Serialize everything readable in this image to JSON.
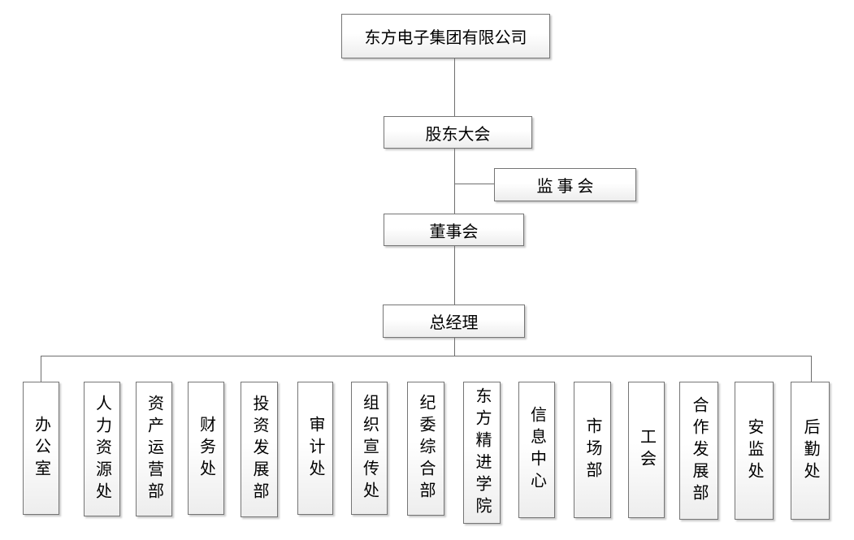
{
  "org_chart": {
    "company": "东方电子集团有限公司",
    "shareholders_meeting": "股东大会",
    "supervisory_board": "监事会",
    "board_of_directors": "董事会",
    "general_manager": "总经理",
    "departments": [
      "办公室",
      "人力资源处",
      "资产运营部",
      "财务处",
      "投资发展部",
      "审计处",
      "组织宣传处",
      "纪委综合部",
      "东方精进学院",
      "信息中心",
      "市场部",
      "工会",
      "合作发展部",
      "安监处",
      "后勤处"
    ]
  },
  "colors": {
    "box_border": "#757575",
    "box_fill_top": "#ffffff",
    "box_fill_bottom": "#ededed",
    "connector": "#6e6e6e",
    "text": "#000000",
    "background": "#ffffff"
  }
}
